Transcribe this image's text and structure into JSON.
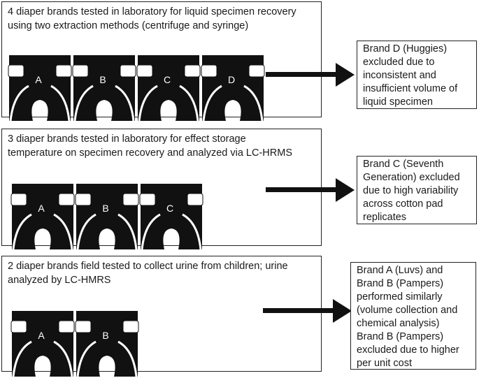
{
  "stages": [
    {
      "title_lines": [
        "4 diaper brands tested in laboratory for liquid specimen recovery",
        "using two extraction methods (centrifuge and syringe)"
      ],
      "diapers": [
        "A",
        "B",
        "C",
        "D"
      ],
      "result_lines": [
        "Brand D (Huggies)",
        "excluded due to",
        "inconsistent and",
        "insufficient volume of",
        "liquid specimen"
      ]
    },
    {
      "title_lines": [
        "3 diaper brands tested in laboratory for effect storage",
        "temperature on specimen recovery and analyzed via LC-HRMS"
      ],
      "diapers": [
        "A",
        "B",
        "C"
      ],
      "result_lines": [
        "Brand C (Seventh",
        "Generation) excluded",
        "due to high variability",
        "across cotton pad",
        "replicates"
      ]
    },
    {
      "title_lines": [
        "2 diaper brands field tested to collect urine from children; urine",
        "analyzed by LC-HMRS"
      ],
      "diapers": [
        "A",
        "B"
      ],
      "result_lines": [
        "Brand A (Luvs) and",
        "Brand B (Pampers)",
        "performed similarly",
        "(volume collection and",
        "chemical analysis)",
        "Brand B (Pampers)",
        "excluded due to higher",
        "per unit cost"
      ]
    }
  ]
}
